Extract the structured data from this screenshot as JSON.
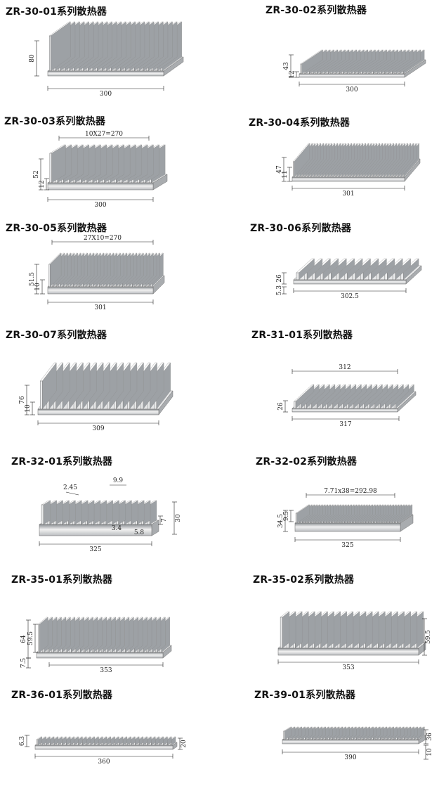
{
  "series_suffix": "系列散热器",
  "items": [
    {
      "model": "ZR-30-01",
      "title": "ZR-30-01系列散热器",
      "dims": {
        "width": "300",
        "height": "80"
      }
    },
    {
      "model": "ZR-30-02",
      "title": "ZR-30-02系列散热器",
      "dims": {
        "width": "300",
        "height": "43",
        "base": "12"
      }
    },
    {
      "model": "ZR-30-03",
      "title": "ZR-30-03系列散热器",
      "dims": {
        "width": "300",
        "height": "52",
        "base": "12",
        "pitch": "10X27=270"
      }
    },
    {
      "model": "ZR-30-04",
      "title": "ZR-30-04系列散热器",
      "dims": {
        "width": "301",
        "height": "47",
        "base": "11"
      }
    },
    {
      "model": "ZR-30-05",
      "title": "ZR-30-05系列散热器",
      "dims": {
        "width": "301",
        "height": "51.5",
        "base": "10",
        "pitch": "27X10=270"
      }
    },
    {
      "model": "ZR-30-06",
      "title": "ZR-30-06系列散热器",
      "dims": {
        "width": "302.5",
        "height": "26",
        "base": "5.3"
      }
    },
    {
      "model": "ZR-30-07",
      "title": "ZR-30-07系列散热器",
      "dims": {
        "width": "309",
        "height": "76",
        "base": "10"
      }
    },
    {
      "model": "ZR-31-01",
      "title": "ZR-31-01系列散热器",
      "dims": {
        "width": "317",
        "height": "26",
        "top": "312"
      }
    },
    {
      "model": "ZR-32-01",
      "title": "ZR-32-01系列散热器",
      "dims": {
        "width": "325",
        "height": "30",
        "fin": "2.45",
        "gap": "9.9",
        "t1": "3.4",
        "t2": "5.8",
        "base": "7"
      }
    },
    {
      "model": "ZR-32-02",
      "title": "ZR-32-02系列散热器",
      "dims": {
        "width": "325",
        "height": "34.5",
        "base": "9.5",
        "pitch": "7.71x38=292.98"
      }
    },
    {
      "model": "ZR-35-01",
      "title": "ZR-35-01系列散热器",
      "dims": {
        "width": "353",
        "height": "64",
        "inner": "59.5",
        "base": "7.5"
      }
    },
    {
      "model": "ZR-35-02",
      "title": "ZR-35-02系列散热器",
      "dims": {
        "width": "353",
        "height": "59.5"
      }
    },
    {
      "model": "ZR-36-01",
      "title": "ZR-36-01系列散热器",
      "dims": {
        "width": "360",
        "height": "20",
        "base": "6.3"
      }
    },
    {
      "model": "ZR-39-01",
      "title": "ZR-39-01系列散热器",
      "dims": {
        "width": "390",
        "height": "36",
        "base": "10"
      }
    }
  ]
}
